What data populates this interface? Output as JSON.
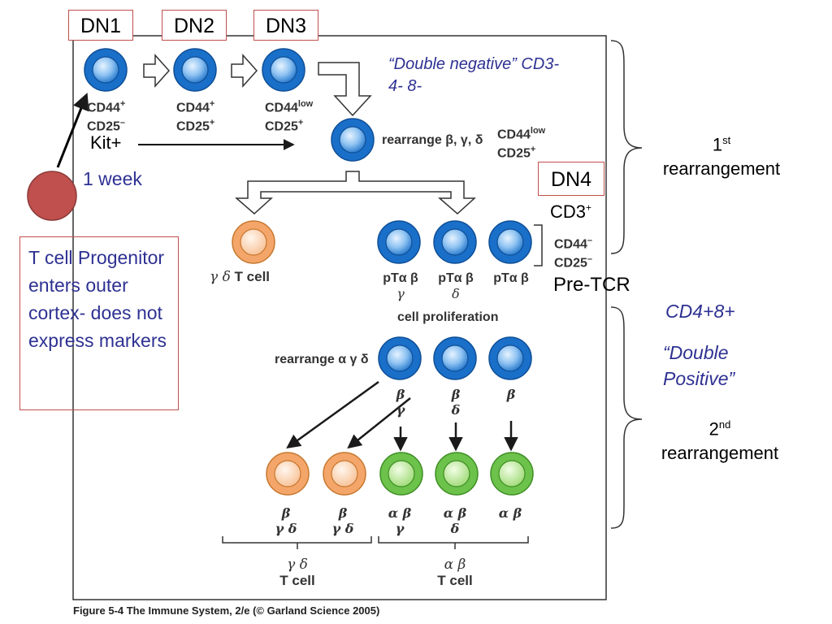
{
  "stages": {
    "dn1": "DN1",
    "dn2": "DN2",
    "dn3": "DN3",
    "dn4": "DN4"
  },
  "annotations": {
    "double_negative_line1": "“Double negative” CD3-",
    "double_negative_line2": "4- 8-",
    "kit": "Kit+",
    "one_week": "1 week",
    "cd3_plus": "CD3",
    "cd3_sup": "+",
    "pre_tcr": "Pre-TCR",
    "cd4_8": "CD4+8+",
    "double_positive_line1": "“Double",
    "double_positive_line2": "Positive”",
    "first_rearr_num": "1",
    "first_rearr_sup": "st",
    "first_rearr_word": "rearrangement",
    "second_rearr_num": "2",
    "second_rearr_sup": "nd",
    "second_rearr_word": "rearrangement"
  },
  "progenitor_note": "T cell Progenitor enters outer cortex- does not express markers",
  "markers": {
    "dn1_a": "CD44",
    "dn1_a_sup": "+",
    "dn1_b": "CD25",
    "dn1_b_sup": "–",
    "dn2_a": "CD44",
    "dn2_a_sup": "+",
    "dn2_b": "CD25",
    "dn2_b_sup": "+",
    "dn3_a": "CD44",
    "dn3_a_sup": "low",
    "dn3_b": "CD25",
    "dn3_b_sup": "+",
    "mid_a": "CD44",
    "mid_a_sup": "low",
    "mid_b": "CD25",
    "mid_b_sup": "+",
    "dn4_a": "CD44",
    "dn4_a_sup": "–",
    "dn4_b": "CD25",
    "dn4_b_sup": "–"
  },
  "figure_labels": {
    "rearrange_bgd": "rearrange β, γ, δ",
    "gd_t_cell_top_greek": "γ δ",
    "gd_t_cell_top_word": "T cell",
    "pt1_a": "pTα β",
    "pt1_b": "γ",
    "pt2_a": "pTα β",
    "pt2_b": "δ",
    "pt3_a": "pTα β",
    "cell_proliferation": "cell proliferation",
    "rearrange_agd": "rearrange α γ δ",
    "dp1_a": "β",
    "dp1_b": "γ",
    "dp2_a": "β",
    "dp2_b": "δ",
    "dp3_a": "β",
    "f1_a": "β",
    "f1_b": "γ δ",
    "f2_a": "β",
    "f2_b": "γ δ",
    "f3_a": "α β",
    "f3_b": "γ",
    "f4_a": "α β",
    "f4_b": "δ",
    "f5_a": "α β",
    "gd_final_greek": "γ δ",
    "gd_final_word": "T cell",
    "ab_final_greek": "α β",
    "ab_final_word": "T cell"
  },
  "caption": "Figure 5-4  The Immune System, 2/e (© Garland Science 2005)",
  "colors": {
    "dn_cell": "#1a6fc9",
    "gd_cell": "#f4a66a",
    "ab_cell": "#6cc24a",
    "progenitor": "#c0504d",
    "annotation_blue": "#2e3192",
    "box_border": "#c0504d"
  }
}
